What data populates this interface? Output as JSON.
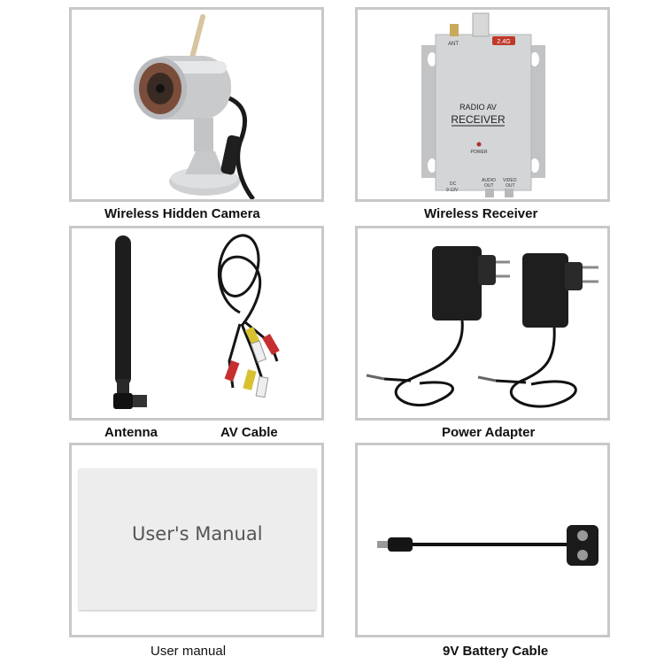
{
  "items": [
    {
      "caption": "Wireless Hidden Camera"
    },
    {
      "caption": "Wireless Receiver"
    },
    {
      "caption": "Antenna"
    },
    {
      "caption": "AV Cable"
    },
    {
      "caption": "Power Adapter"
    },
    {
      "caption": "User manual"
    },
    {
      "caption": "9V Battery Cable"
    }
  ],
  "receiver_labels": {
    "title_line1": "RADIO AV",
    "title_line2": "RECEIVER",
    "badge": "2.4G",
    "ant": "ANT",
    "power": "POWER",
    "dc": "DC",
    "dc_volt": "9-12V",
    "audio": "AUDIO",
    "audio_out": "OUT",
    "video": "VIDEO",
    "video_out": "OUT"
  },
  "manual_cover_text": "User's Manual"
}
